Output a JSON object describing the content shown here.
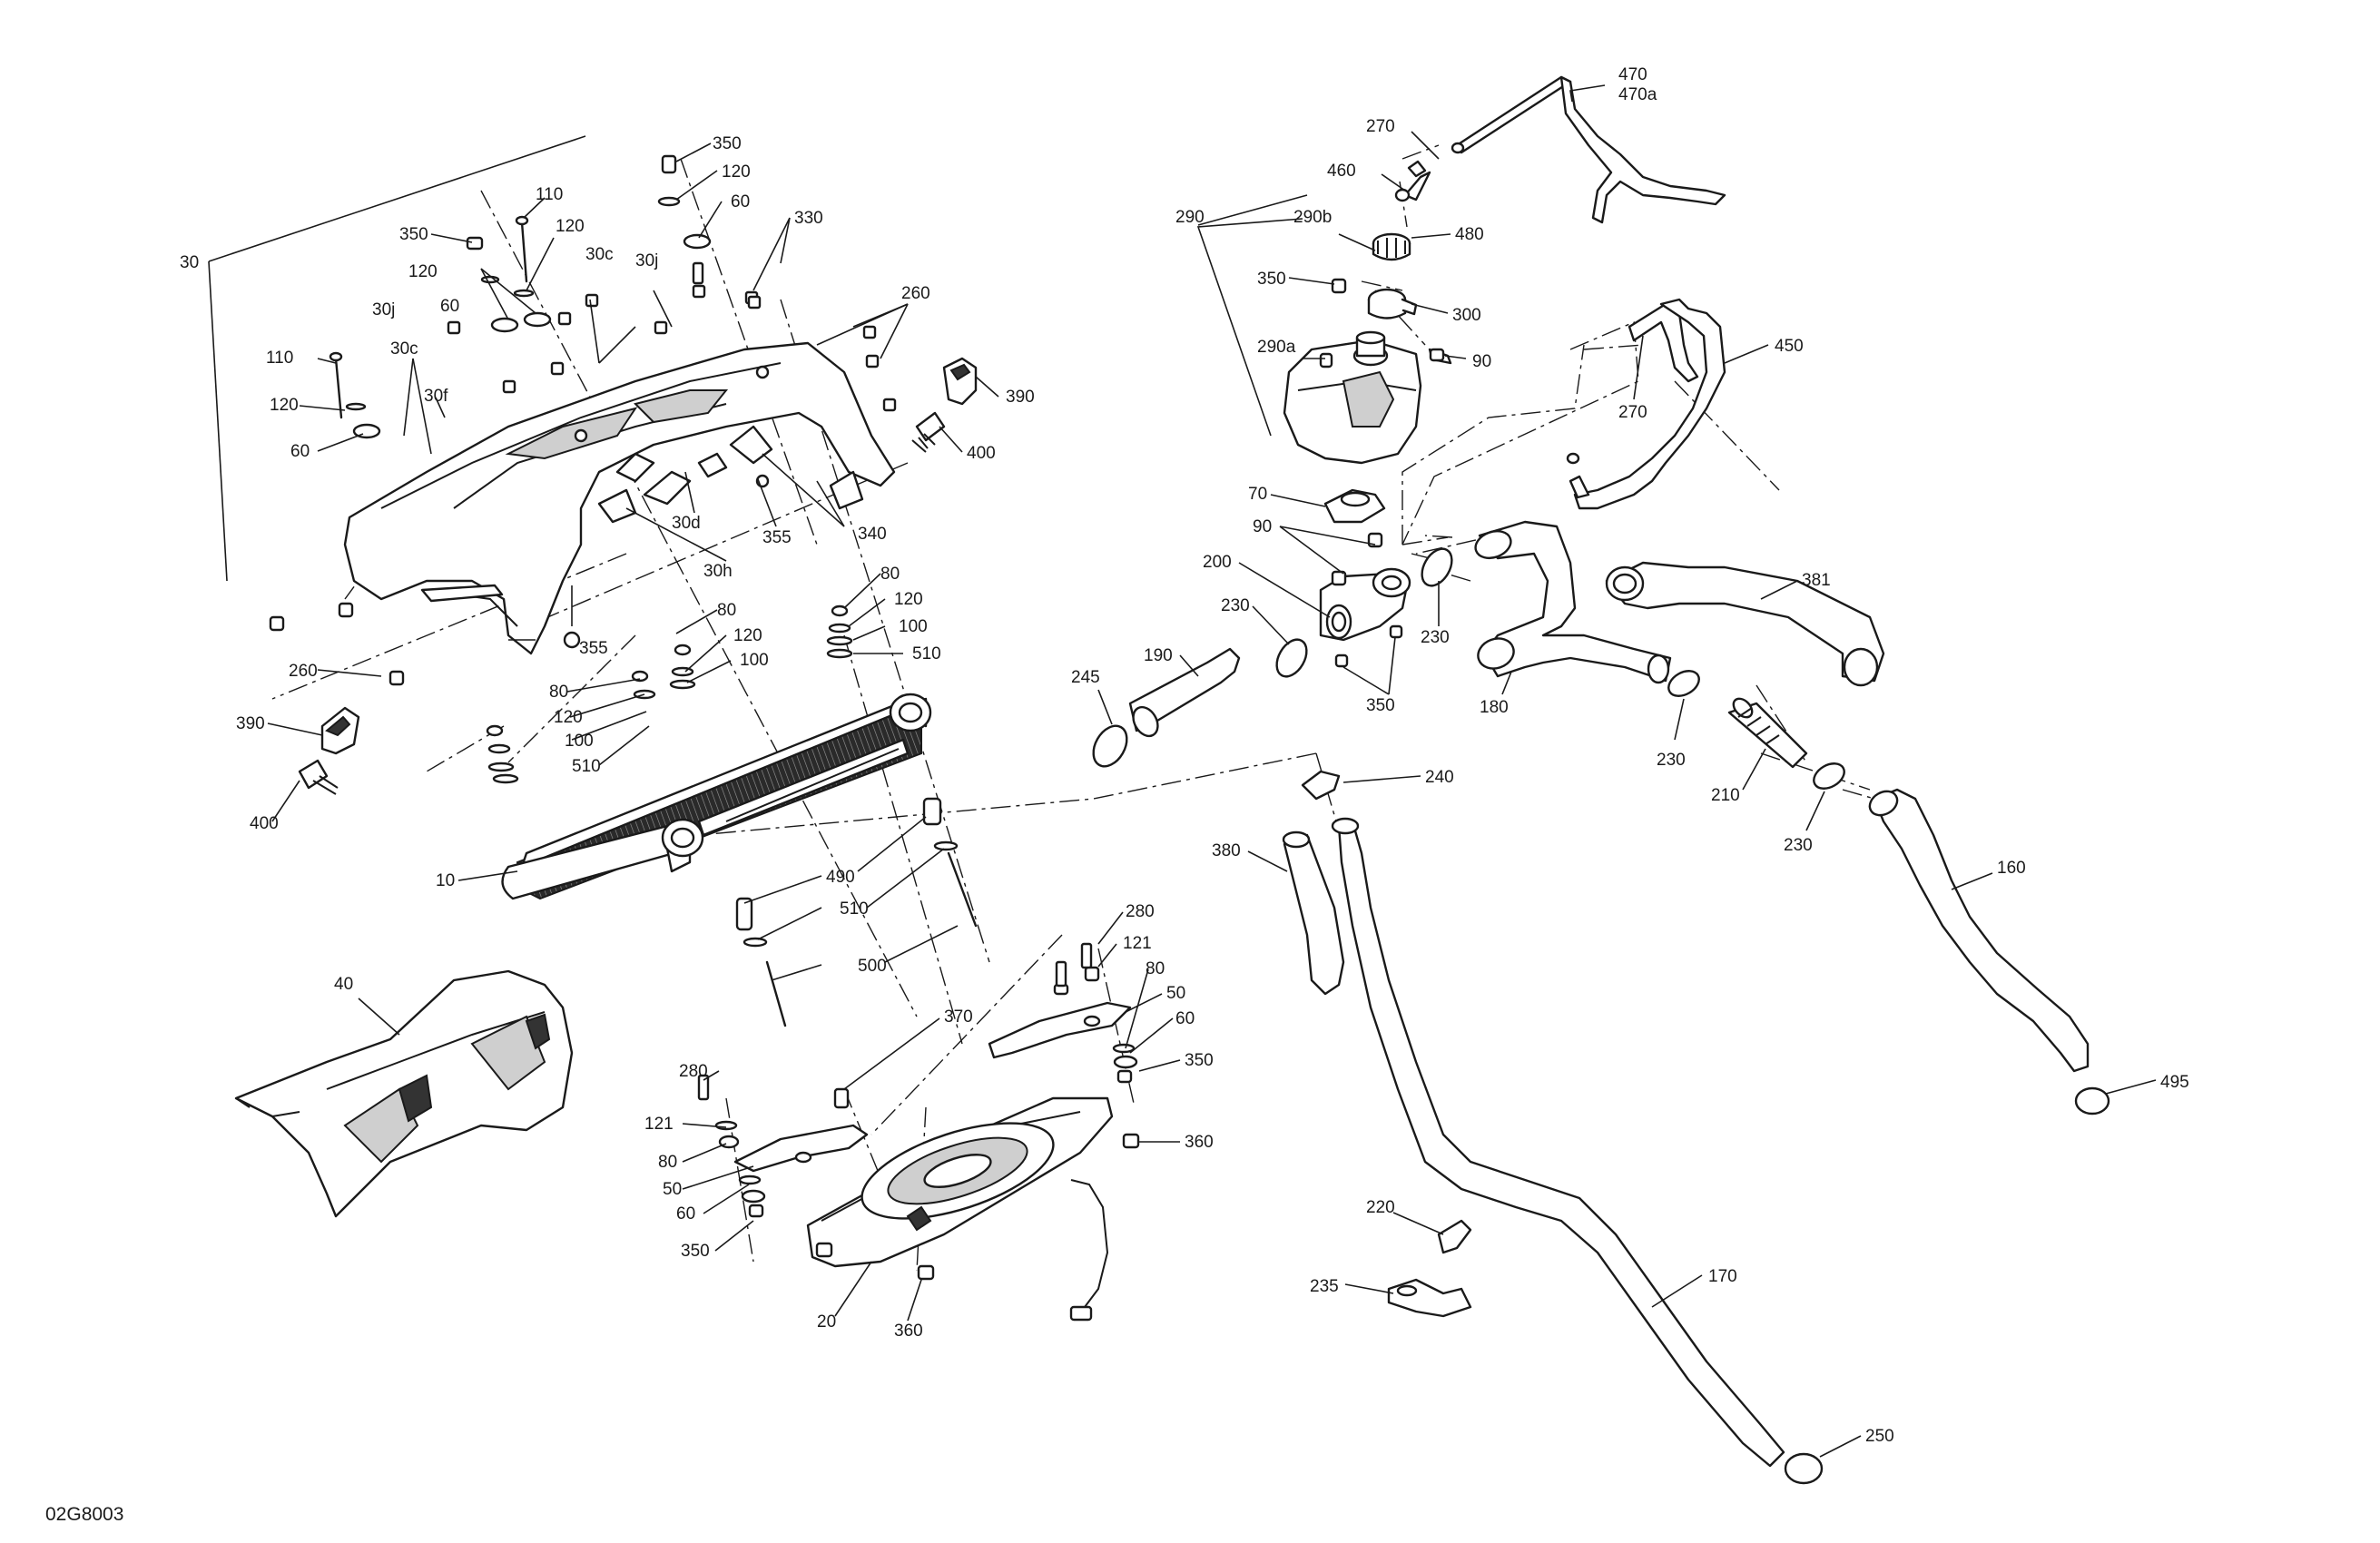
{
  "figure_ref": "02G8003",
  "callouts": [
    {
      "id": "c470",
      "label": "470"
    },
    {
      "id": "c470a",
      "label": "470a"
    },
    {
      "id": "c270a",
      "label": "270"
    },
    {
      "id": "c460",
      "label": "460"
    },
    {
      "id": "c480",
      "label": "480"
    },
    {
      "id": "c290",
      "label": "290"
    },
    {
      "id": "c290b",
      "label": "290b"
    },
    {
      "id": "c350f",
      "label": "350"
    },
    {
      "id": "c300",
      "label": "300"
    },
    {
      "id": "c290a",
      "label": "290a"
    },
    {
      "id": "c90a",
      "label": "90"
    },
    {
      "id": "c450",
      "label": "450"
    },
    {
      "id": "c270b",
      "label": "270"
    },
    {
      "id": "c70",
      "label": "70"
    },
    {
      "id": "c90b",
      "label": "90"
    },
    {
      "id": "c200",
      "label": "200"
    },
    {
      "id": "c230a",
      "label": "230"
    },
    {
      "id": "c230b",
      "label": "230"
    },
    {
      "id": "c350g",
      "label": "350"
    },
    {
      "id": "c190",
      "label": "190"
    },
    {
      "id": "c245",
      "label": "245"
    },
    {
      "id": "c180",
      "label": "180"
    },
    {
      "id": "c381",
      "label": "381"
    },
    {
      "id": "c230c",
      "label": "230"
    },
    {
      "id": "c210",
      "label": "210"
    },
    {
      "id": "c230d",
      "label": "230"
    },
    {
      "id": "c240",
      "label": "240"
    },
    {
      "id": "c380",
      "label": "380"
    },
    {
      "id": "c160",
      "label": "160"
    },
    {
      "id": "c495",
      "label": "495"
    },
    {
      "id": "c220",
      "label": "220"
    },
    {
      "id": "c235",
      "label": "235"
    },
    {
      "id": "c170",
      "label": "170"
    },
    {
      "id": "c250",
      "label": "250"
    },
    {
      "id": "c350a",
      "label": "350"
    },
    {
      "id": "c120a",
      "label": "120"
    },
    {
      "id": "c60a",
      "label": "60"
    },
    {
      "id": "c330",
      "label": "330"
    },
    {
      "id": "c110a",
      "label": "110"
    },
    {
      "id": "c350b",
      "label": "350"
    },
    {
      "id": "c120b",
      "label": "120"
    },
    {
      "id": "c30c1",
      "label": "30c"
    },
    {
      "id": "c30j1",
      "label": "30j"
    },
    {
      "id": "c120c",
      "label": "120"
    },
    {
      "id": "c60b",
      "label": "60"
    },
    {
      "id": "c30j2",
      "label": "30j"
    },
    {
      "id": "c30",
      "label": "30"
    },
    {
      "id": "c110b",
      "label": "110"
    },
    {
      "id": "c30c2",
      "label": "30c"
    },
    {
      "id": "c120d",
      "label": "120"
    },
    {
      "id": "c30f",
      "label": "30f"
    },
    {
      "id": "c60c",
      "label": "60"
    },
    {
      "id": "c260a",
      "label": "260"
    },
    {
      "id": "c390a",
      "label": "390"
    },
    {
      "id": "c400a",
      "label": "400"
    },
    {
      "id": "c30d",
      "label": "30d"
    },
    {
      "id": "c355a",
      "label": "355"
    },
    {
      "id": "c340",
      "label": "340"
    },
    {
      "id": "c30h",
      "label": "30h"
    },
    {
      "id": "c260b",
      "label": "260"
    },
    {
      "id": "c355b",
      "label": "355"
    },
    {
      "id": "c80a",
      "label": "80"
    },
    {
      "id": "c120e",
      "label": "120"
    },
    {
      "id": "c100a",
      "label": "100"
    },
    {
      "id": "c80b",
      "label": "80"
    },
    {
      "id": "c120f",
      "label": "120"
    },
    {
      "id": "c100b",
      "label": "100"
    },
    {
      "id": "c510a",
      "label": "510"
    },
    {
      "id": "c80c",
      "label": "80"
    },
    {
      "id": "c120g",
      "label": "120"
    },
    {
      "id": "c100c",
      "label": "100"
    },
    {
      "id": "c510b",
      "label": "510"
    },
    {
      "id": "c390b",
      "label": "390"
    },
    {
      "id": "c400b",
      "label": "400"
    },
    {
      "id": "c10",
      "label": "10"
    },
    {
      "id": "c490",
      "label": "490"
    },
    {
      "id": "c510c",
      "label": "510"
    },
    {
      "id": "c500",
      "label": "500"
    },
    {
      "id": "c40",
      "label": "40"
    },
    {
      "id": "c280a",
      "label": "280"
    },
    {
      "id": "c121a",
      "label": "121"
    },
    {
      "id": "c80d",
      "label": "80"
    },
    {
      "id": "c50a",
      "label": "50"
    },
    {
      "id": "c60d",
      "label": "60"
    },
    {
      "id": "c350c",
      "label": "350"
    },
    {
      "id": "c370",
      "label": "370"
    },
    {
      "id": "c360a",
      "label": "360"
    },
    {
      "id": "c280b",
      "label": "280"
    },
    {
      "id": "c121b",
      "label": "121"
    },
    {
      "id": "c80e",
      "label": "80"
    },
    {
      "id": "c50b",
      "label": "50"
    },
    {
      "id": "c60e",
      "label": "60"
    },
    {
      "id": "c350d",
      "label": "350"
    },
    {
      "id": "c20",
      "label": "20"
    },
    {
      "id": "c360b",
      "label": "360"
    }
  ]
}
